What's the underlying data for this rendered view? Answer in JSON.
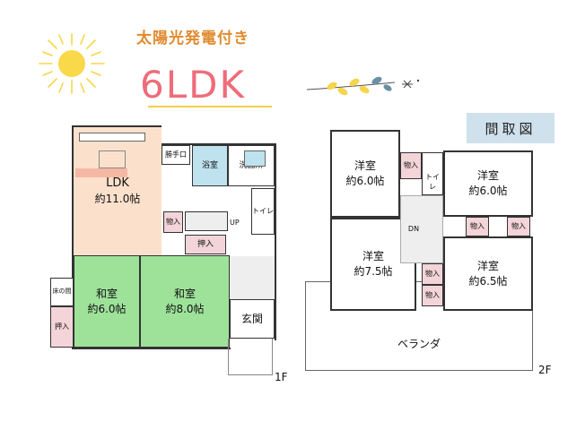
{
  "header": {
    "headline": "太陽光発電付き",
    "layout_type": "6LDK",
    "badge": "間取図"
  },
  "floor1": {
    "label": "1F",
    "rooms": {
      "ldk_name": "LDK",
      "ldk_size": "約11.0帖",
      "washitsu1_name": "和室",
      "washitsu1_size": "約6.0帖",
      "washitsu2_name": "和室",
      "washitsu2_size": "約8.0帖",
      "tokonoma": "床の間",
      "oshiire_left": "押入",
      "oshiire_mid": "押入",
      "katteguchi": "勝手口",
      "bath": "浴室",
      "washroom": "洗面所",
      "toilet": "トイレ",
      "storage": "物入",
      "stairs_up": "UP",
      "entrance": "玄関"
    }
  },
  "floor2": {
    "label": "2F",
    "rooms": {
      "r1_name": "洋室",
      "r1_size": "約6.0帖",
      "r2_name": "洋室",
      "r2_size": "約6.0帖",
      "r3_name": "洋室",
      "r3_size": "約7.5帖",
      "r4_name": "洋室",
      "r4_size": "約6.5帖",
      "storage": "物入",
      "toilet": "トイレ",
      "stairs_down": "DN",
      "veranda": "ベランダ"
    }
  },
  "colors": {
    "headline": "#e08a2e",
    "layout_type": "#ef6c7a",
    "tatami": "#9ee29a",
    "storage": "#f3d4d9",
    "ldk": "#fbe1cc",
    "wet": "#bfe2ef",
    "badge_bg": "#cfe1ec"
  }
}
